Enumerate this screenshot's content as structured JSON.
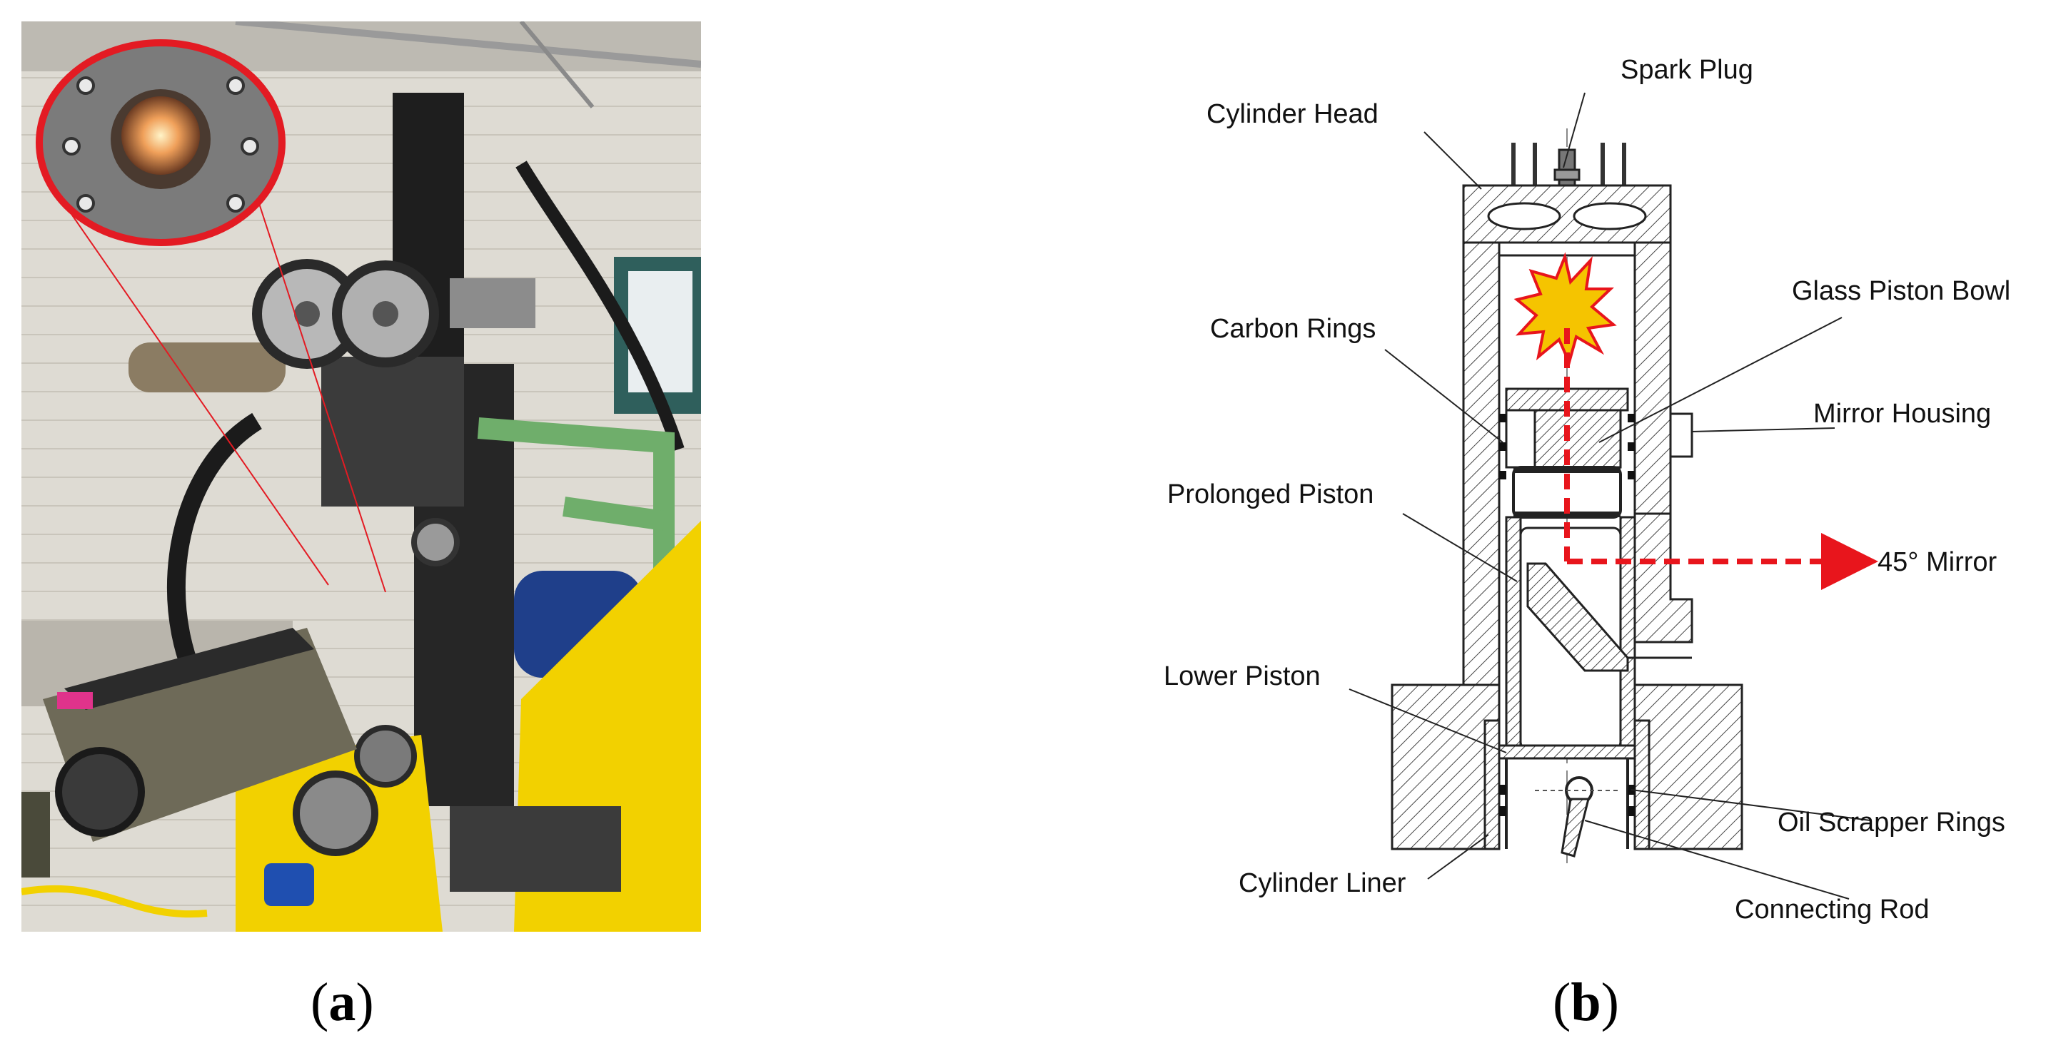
{
  "panels": {
    "a": {
      "label_open": "(",
      "label_letter": "a",
      "label_close": ")"
    },
    "b": {
      "label_open": "(",
      "label_letter": "b",
      "label_close": ")"
    }
  },
  "diagram": {
    "labels": {
      "spark_plug": "Spark Plug",
      "cylinder_head": "Cylinder Head",
      "glass_piston_bowl": "Glass Piston Bowl",
      "carbon_rings": "Carbon Rings",
      "mirror_housing": "Mirror Housing",
      "prolonged_piston": "Prolonged Piston",
      "mirror_45": "45° Mirror",
      "lower_piston": "Lower Piston",
      "oil_scrapper_rings": "Oil Scrapper Rings",
      "cylinder_liner": "Cylinder Liner",
      "connecting_rod": "Connecting Rod"
    },
    "colors": {
      "optical_path": "#e8151c",
      "flame_fill": "#f5c400",
      "flame_stroke": "#e8151c",
      "line": "#333333"
    }
  },
  "photo": {
    "colors": {
      "inset_ring": "#e31b23",
      "wall": "#d9d6cf",
      "engine_dark": "#2a2a2a",
      "yellow_frame": "#f2d100",
      "green_pipe": "#6fae6b",
      "camera_body": "#6e6a58"
    }
  }
}
